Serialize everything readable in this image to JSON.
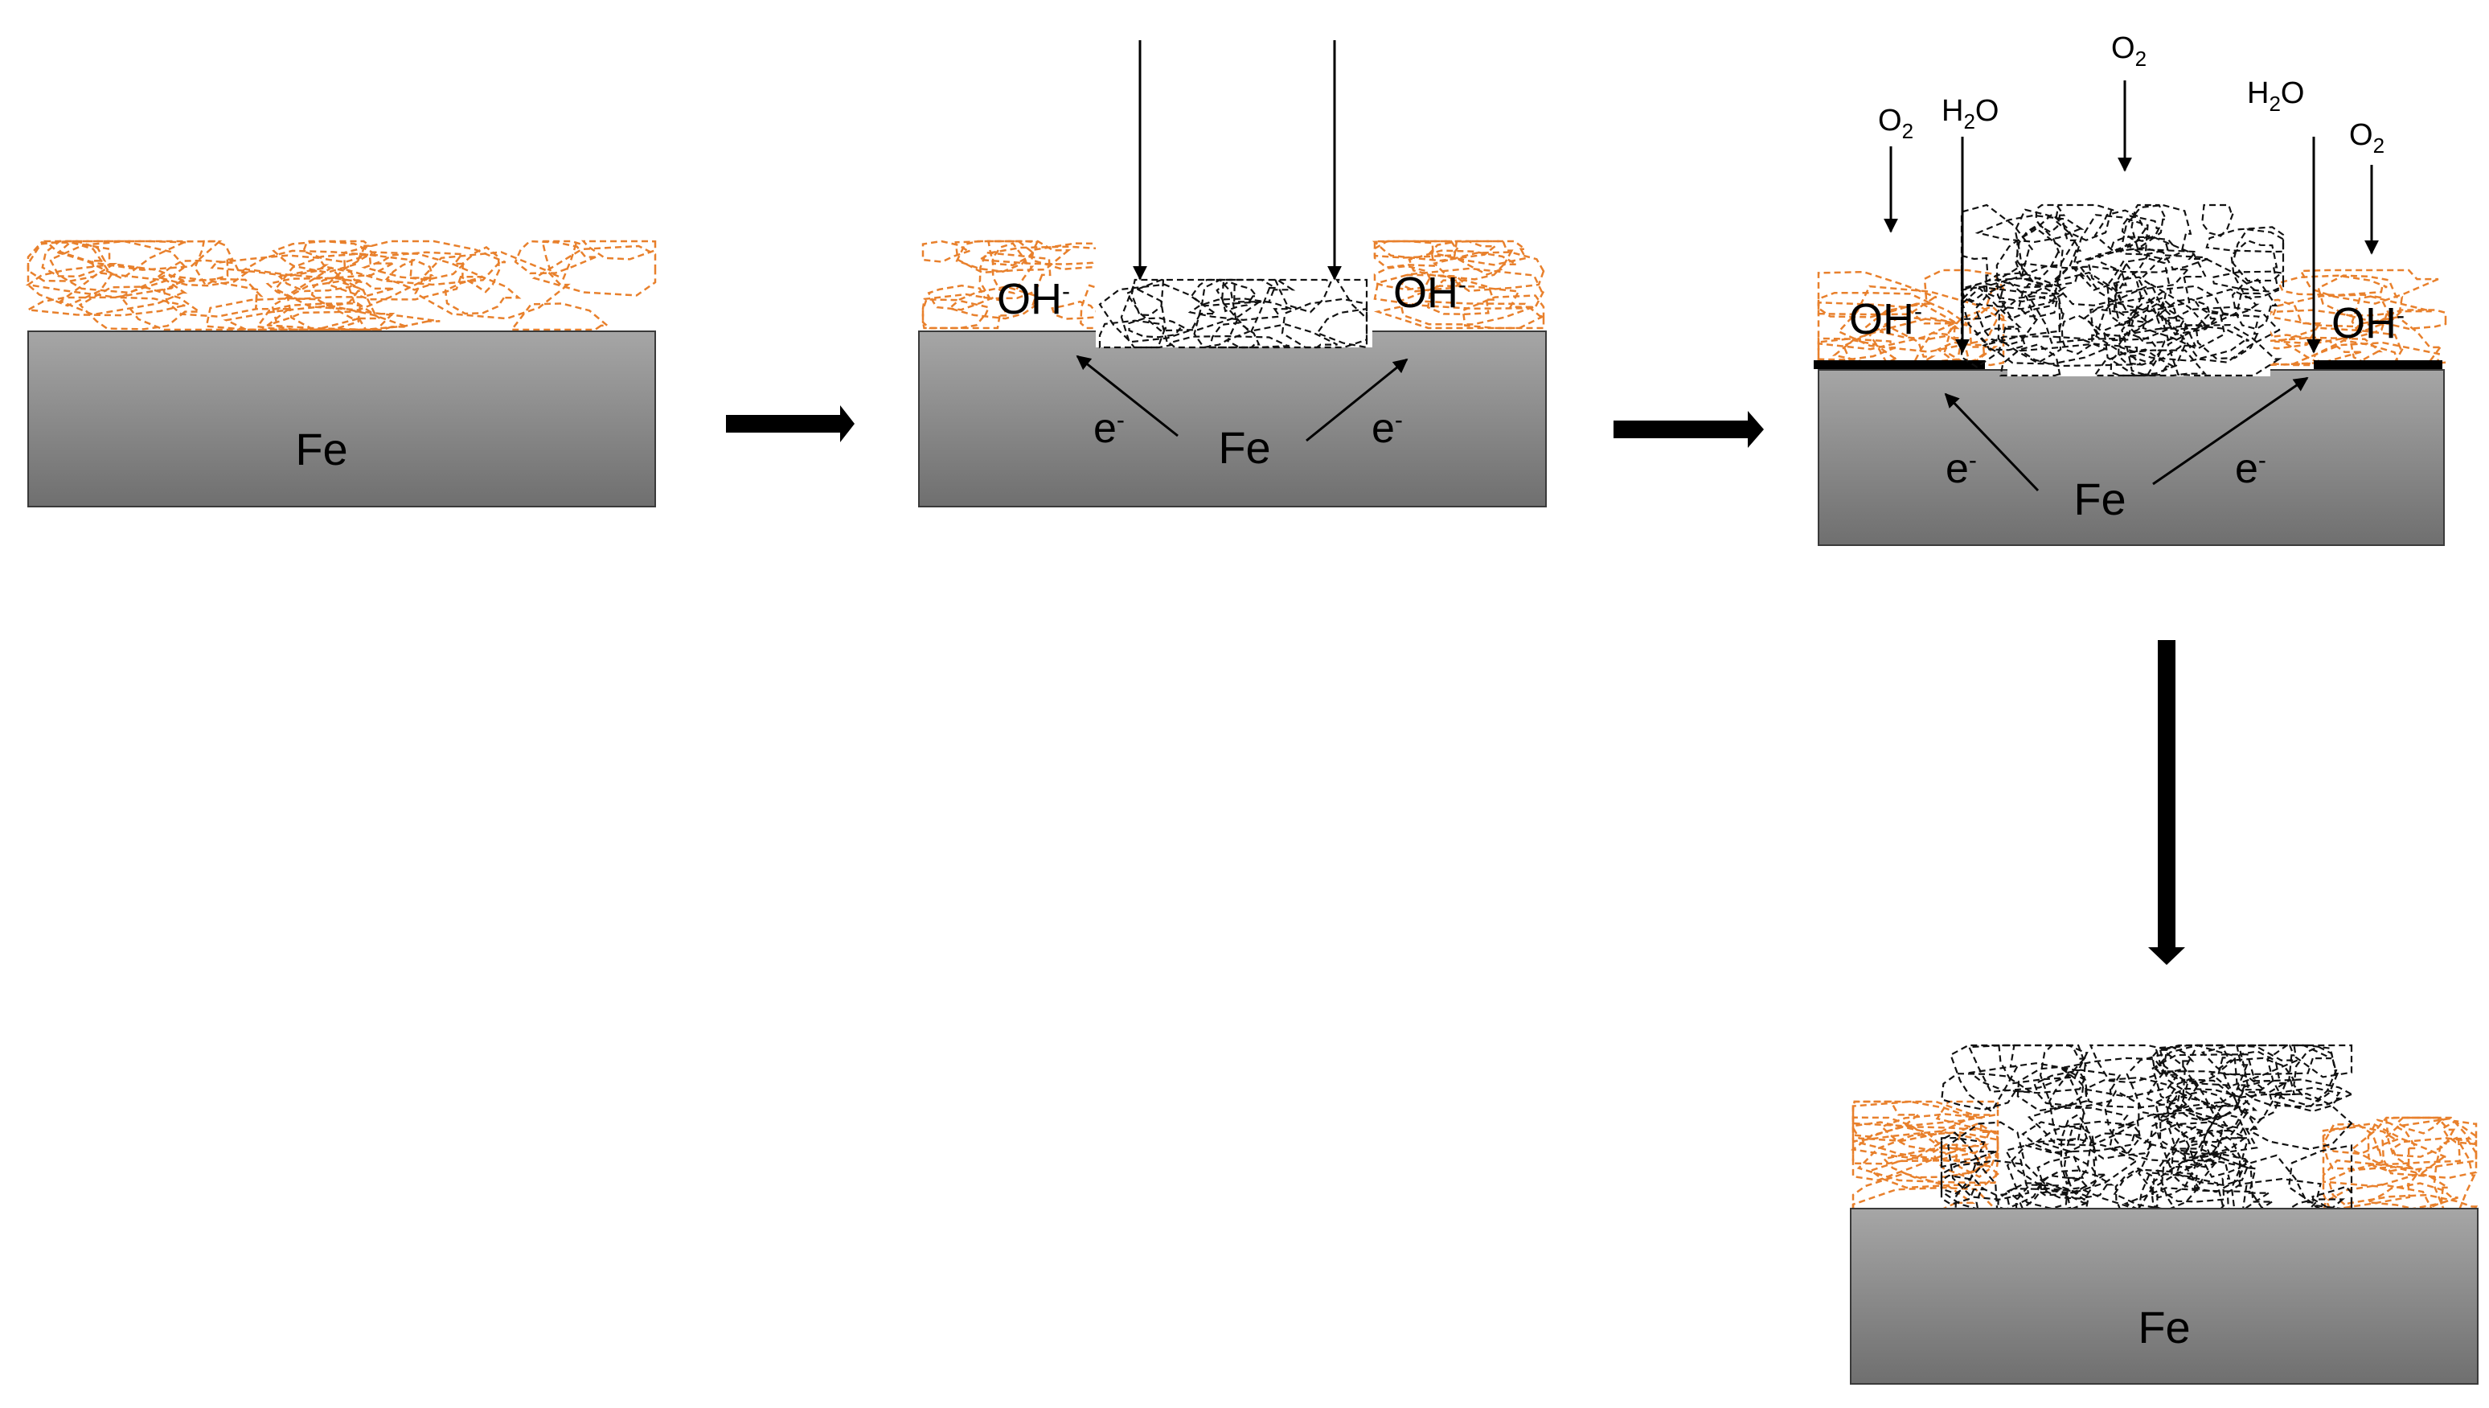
{
  "colors": {
    "substrate_top": "#a6a6a6",
    "substrate_bottom": "#6f6f6f",
    "substrate_border": "#3a3a3a",
    "oxide_layer": "#e8802c",
    "corrosion_product": "#111111",
    "arrows": "#000000",
    "background": "#ffffff"
  },
  "icons": {
    "process_arrow": "thick-right-arrow-icon",
    "process_arrow_down": "thick-down-arrow-icon",
    "flow_arrow": "thin-arrow-icon"
  },
  "stages": [
    {
      "id": "stage-1",
      "substrate_label": "Fe"
    },
    {
      "id": "stage-2",
      "substrate_label": "Fe",
      "hydroxide_left": {
        "base": "OH",
        "sup": "-"
      },
      "hydroxide_right": {
        "base": "OH",
        "sup": "-"
      },
      "electron_left": {
        "base": "e",
        "sup": "-"
      },
      "electron_right": {
        "base": "e",
        "sup": "-"
      }
    },
    {
      "id": "stage-3",
      "substrate_label": "Fe",
      "hydroxide_left": {
        "base": "OH",
        "sup": "-"
      },
      "hydroxide_right": {
        "base": "OH",
        "sup": "-"
      },
      "electron_left": {
        "base": "e",
        "sup": "-"
      },
      "electron_right": {
        "base": "e",
        "sup": "-"
      },
      "oxygen_left": {
        "base": "O",
        "sub": "2"
      },
      "oxygen_center": {
        "base": "O",
        "sub": "2"
      },
      "oxygen_right": {
        "base": "O",
        "sub": "2"
      },
      "water_left": {
        "pre": "H",
        "sub": "2",
        "post": "O"
      },
      "water_right": {
        "pre": "H",
        "sub": "2",
        "post": "O"
      }
    },
    {
      "id": "stage-4",
      "substrate_label": "Fe"
    }
  ]
}
